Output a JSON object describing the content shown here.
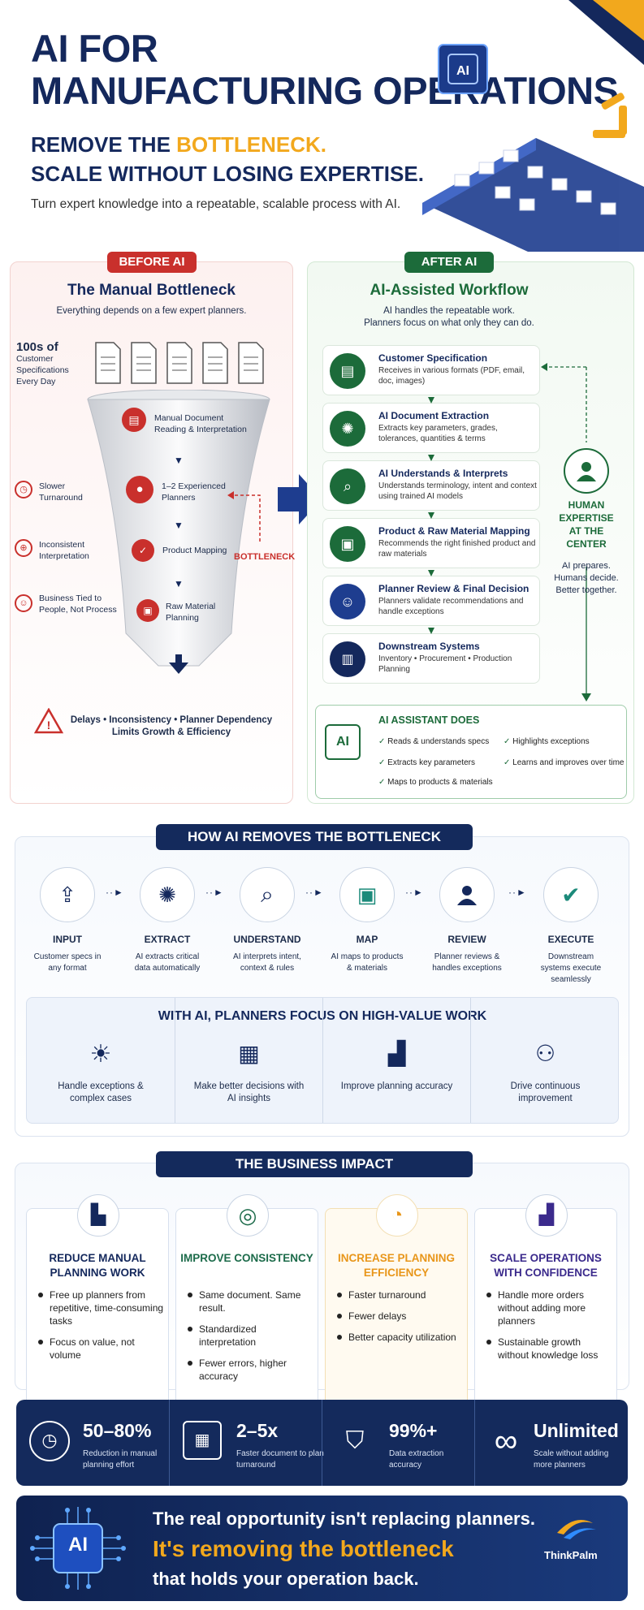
{
  "header": {
    "title_line1": "AI FOR",
    "title_line2": "MANUFACTURING OPERATIONS",
    "sub_line1_pre": "REMOVE THE ",
    "sub_line1_hl": "BOTTLENECK.",
    "sub_line2": "SCALE WITHOUT LOSING EXPERTISE.",
    "tagline": "Turn expert knowledge into a repeatable, scalable process with AI.",
    "chip_label": "AI"
  },
  "before": {
    "badge": "BEFORE AI",
    "title": "The Manual Bottleneck",
    "subtitle": "Everything depends on a few expert planners.",
    "input_label": [
      "100s of",
      "Customer",
      "Specifications",
      "Every Day"
    ],
    "funnel_steps": [
      "Manual Document Reading & Interpretation",
      "1–2 Experienced Planners",
      "Product Mapping",
      "Raw Material Planning"
    ],
    "issues": [
      "Slower Turnaround",
      "Inconsistent Interpretation",
      "Business Tied to People, Not Process"
    ],
    "bottleneck_label": "BOTTLENECK",
    "bottom_line1": "Delays • Inconsistency • Planner Dependency",
    "bottom_line2": "Limits Growth & Efficiency"
  },
  "after": {
    "badge": "AFTER AI",
    "title": "AI-Assisted Workflow",
    "subtitle1": "AI handles the repeatable work.",
    "subtitle2": "Planners focus on what only they can do.",
    "steps": [
      {
        "title": "Customer Specification",
        "desc": "Receives in various formats (PDF, email, doc, images)"
      },
      {
        "title": "AI Document Extraction",
        "desc": "Extracts key parameters, grades, tolerances, quantities & terms"
      },
      {
        "title": "AI Understands & Interprets",
        "desc": "Understands terminology, intent and context using trained AI models"
      },
      {
        "title": "Product & Raw Material Mapping",
        "desc": "Recommends the right finished product and raw materials"
      },
      {
        "title": "Planner Review & Final Decision",
        "desc": "Planners validate recommendations and handle exceptions"
      },
      {
        "title": "Downstream Systems",
        "desc": "Inventory • Procurement • Production Planning"
      }
    ],
    "human_title": [
      "HUMAN",
      "EXPERTISE",
      "AT THE",
      "CENTER"
    ],
    "human_desc": [
      "AI prepares.",
      "Humans decide.",
      "Better together."
    ],
    "assistant_title": "AI ASSISTANT DOES",
    "assistant_chip": "AI",
    "assistant_items": [
      "Reads & understands specs",
      "Highlights exceptions",
      "Extracts key parameters",
      "Learns and improves over time",
      "Maps to products & materials"
    ]
  },
  "how": {
    "banner": "HOW AI REMOVES THE BOTTLENECK",
    "steps": [
      {
        "title": "INPUT",
        "desc": "Customer specs in any format"
      },
      {
        "title": "EXTRACT",
        "desc": "AI extracts critical data automatically"
      },
      {
        "title": "UNDERSTAND",
        "desc": "AI interprets intent, context & rules"
      },
      {
        "title": "MAP",
        "desc": "AI maps to products & materials"
      },
      {
        "title": "REVIEW",
        "desc": "Planner reviews & handles exceptions"
      },
      {
        "title": "EXECUTE",
        "desc": "Downstream systems execute seamlessly"
      }
    ],
    "focus_title": "WITH AI, PLANNERS FOCUS ON HIGH-VALUE WORK",
    "focus": [
      "Handle exceptions & complex cases",
      "Make better decisions with AI insights",
      "Improve planning accuracy",
      "Drive continuous improvement"
    ]
  },
  "impact": {
    "banner": "THE BUSINESS IMPACT",
    "cards": [
      {
        "title": "REDUCE MANUAL PLANNING WORK",
        "color": "#14285c",
        "items": [
          "Free up planners from repetitive, time-consuming tasks",
          "Focus on value, not volume"
        ]
      },
      {
        "title": "IMPROVE CONSISTENCY",
        "color": "#1c6b4a",
        "items": [
          "Same document. Same result.",
          "Standardized interpretation",
          "Fewer errors, higher accuracy"
        ]
      },
      {
        "title": "INCREASE PLANNING EFFICIENCY",
        "color": "#e8961a",
        "items": [
          "Faster turnaround",
          "Fewer delays",
          "Better capacity utilization"
        ]
      },
      {
        "title": "SCALE OPERATIONS WITH CONFIDENCE",
        "color": "#3b2a8c",
        "items": [
          "Handle more orders without adding more planners",
          "Sustainable growth without knowledge loss"
        ]
      }
    ]
  },
  "stats": [
    {
      "value": "50–80%",
      "label": "Reduction in manual planning effort"
    },
    {
      "value": "2–5x",
      "label": "Faster document to plan turnaround"
    },
    {
      "value": "99%+",
      "label": "Data extraction accuracy"
    },
    {
      "value": "Unlimited",
      "label": "Scale without adding more planners"
    }
  ],
  "footer": {
    "line1": "The real opportunity isn't replacing planners.",
    "line2": "It's removing the bottleneck",
    "line3": "that holds your operation back.",
    "chip": "AI",
    "brand": "ThinkPalm"
  }
}
